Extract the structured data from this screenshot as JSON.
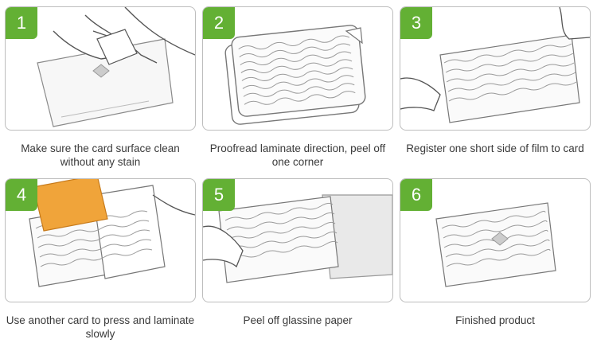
{
  "steps": [
    {
      "number": "1",
      "caption": "Make sure the card surface clean without any stain"
    },
    {
      "number": "2",
      "caption": "Proofread laminate direction, peel off one corner"
    },
    {
      "number": "3",
      "caption": "Register one short side of film to card"
    },
    {
      "number": "4",
      "caption": "Use another card to press and laminate slowly"
    },
    {
      "number": "5",
      "caption": "Peel off glassine paper"
    },
    {
      "number": "6",
      "caption": "Finished product"
    }
  ],
  "colors": {
    "badge": "#63b034",
    "card_stroke": "#8a8a8a",
    "wave": "#9a9a9a",
    "accent_card": "#f0a43a"
  }
}
